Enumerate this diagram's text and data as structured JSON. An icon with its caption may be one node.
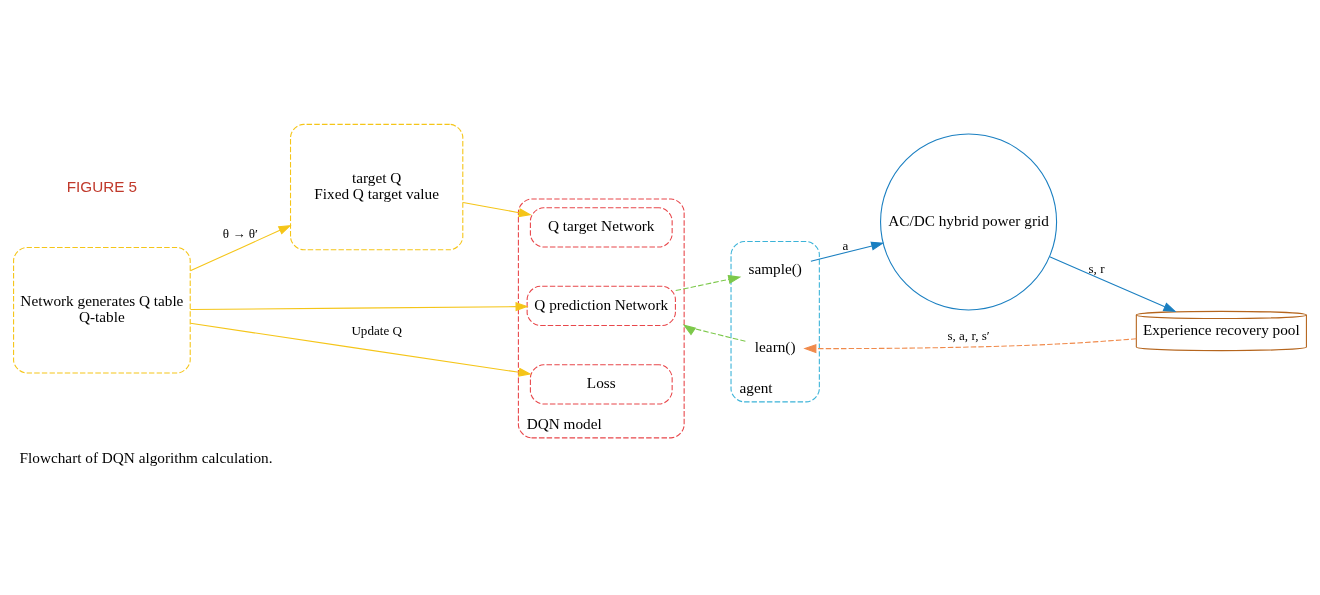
{
  "diagram": {
    "caption": "Flowchart of DQN algorithm calculation.",
    "nodes": [
      {
        "text": [
          "Network generates Q table",
          "Q-table"
        ]
      },
      {
        "text": [
          "target Q",
          "Fixed Q target value"
        ]
      },
      {
        "text": [
          "DQN model"
        ]
      },
      {
        "text": [
          "Q prediction Network"
        ],
        "in": 2
      },
      {
        "text": [
          "Loss"
        ],
        "in": 2
      },
      {
        "text": [
          "Q target Network"
        ],
        "in": 2
      },
      {
        "text": [
          "agent"
        ]
      },
      {
        "text": [
          "sample()"
        ],
        "in": 6
      },
      {
        "text": [
          "learn()"
        ],
        "in": 6
      },
      {
        "text": [
          "AC/DC hybrid power grid"
        ]
      },
      {
        "text": [
          "Experience recovery pool"
        ]
      }
    ],
    "edges": [
      {
        "from": 0,
        "to": 3,
        "arrow": "to",
        "color": "#f5c518"
      },
      {
        "from": 0,
        "to": 4,
        "arrow": "to",
        "label": "Update Q",
        "color": "#f5c518"
      },
      {
        "from": 0,
        "to": 1,
        "arrow": "to",
        "label": "θ → θ′",
        "color": "#f5c518"
      },
      {
        "from": 1,
        "to": 5,
        "arrow": "to",
        "color": "#f5c518"
      },
      {
        "from": 3,
        "to": 7,
        "arrow": "to",
        "style": "dashed",
        "color": "#7cc84a"
      },
      {
        "from": 7,
        "to": 9,
        "arrow": "to",
        "label": "a",
        "color": "#1a7fc1"
      },
      {
        "from": 9,
        "to": 10,
        "arrow": "to",
        "label": "s, r",
        "color": "#1a7fc1"
      },
      {
        "from": 10,
        "to": 8,
        "arrow": "to",
        "label": "s, a, r, s′",
        "style": "dashed",
        "color": "#f08a4b"
      },
      {
        "from": 8,
        "to": 2,
        "arrow": "to",
        "style": "dashed",
        "color": "#7cc84a"
      }
    ],
    "labels": [
      "FIGURE 5"
    ]
  }
}
